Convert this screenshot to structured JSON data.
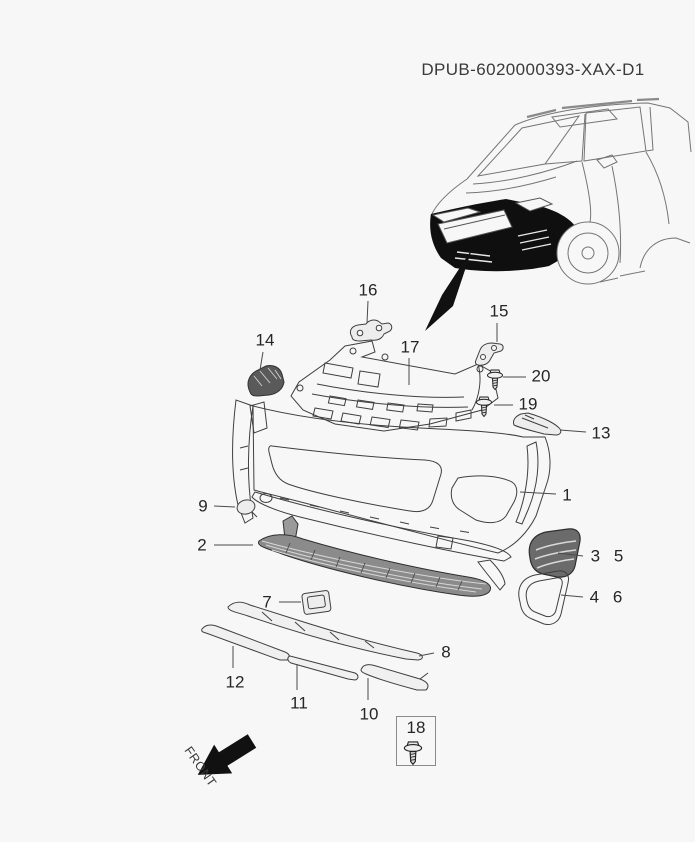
{
  "title": "DPUB-6020000393-XAX-D1",
  "direction_indicator": {
    "label": "FRONT"
  },
  "inset_box": {
    "label": "18",
    "icon": "screw-icon"
  },
  "callouts": {
    "c16": {
      "label": "16"
    },
    "c15": {
      "label": "15"
    },
    "c14": {
      "label": "14"
    },
    "c17": {
      "label": "17"
    },
    "c20": {
      "label": "20"
    },
    "c19": {
      "label": "19"
    },
    "c13": {
      "label": "13"
    },
    "c1": {
      "label": "1"
    },
    "c9": {
      "label": "9"
    },
    "c2": {
      "label": "2"
    },
    "c35": {
      "label": "3 5"
    },
    "c46": {
      "label": "4 6"
    },
    "c7": {
      "label": "7"
    },
    "c8": {
      "label": "8"
    },
    "c12": {
      "label": "12"
    },
    "c11": {
      "label": "11"
    },
    "c10": {
      "label": "10"
    }
  },
  "colors": {
    "background": "#f7f7f8",
    "line": "#3f3f3f",
    "highlight_fill": "#0f0f0f",
    "text": "#262626"
  }
}
